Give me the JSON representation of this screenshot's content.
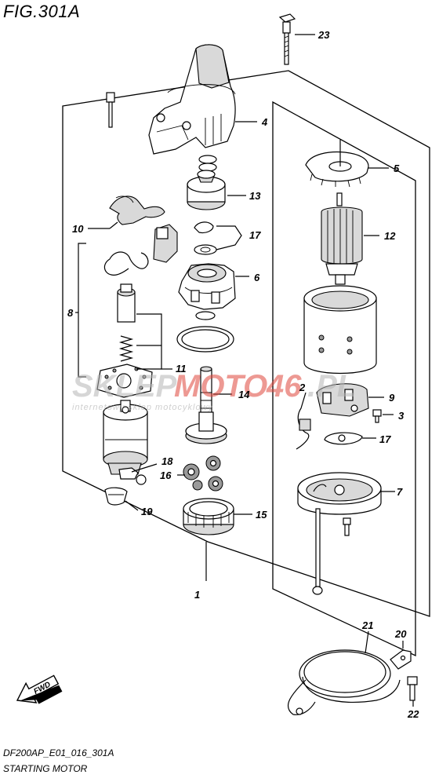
{
  "figure": {
    "title": "FIG.301A",
    "code": "DF200AP_E01_016_301A",
    "name": "STARTING MOTOR"
  },
  "watermark": {
    "brand_part1": "SKLEP",
    "brand_part2": "MOTO",
    "brand_part3": "46",
    "brand_suffix": ".PL",
    "tagline": "internetowy sklep motocyklowy"
  },
  "fwd_label": "FWD",
  "callouts": [
    "1",
    "2",
    "3",
    "4",
    "5",
    "6",
    "7",
    "8",
    "9",
    "10",
    "11",
    "12",
    "13",
    "14",
    "15",
    "16",
    "17",
    "17",
    "18",
    "19",
    "20",
    "21",
    "22",
    "23"
  ],
  "colors": {
    "line": "#000000",
    "shade": "#d9d9d9",
    "watermark_red": "#e0463c",
    "watermark_gray": "#b5b5b5"
  }
}
